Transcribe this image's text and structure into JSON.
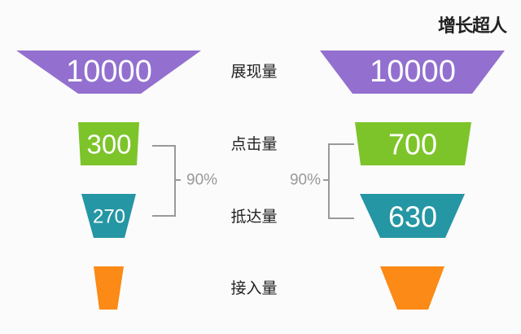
{
  "logo": "增长超人",
  "stages": [
    "展现量",
    "点击量",
    "抵达量",
    "接入量"
  ],
  "left_funnel": {
    "values": [
      "10000",
      "300",
      "270",
      ""
    ],
    "conversion": "90%"
  },
  "right_funnel": {
    "values": [
      "10000",
      "700",
      "630",
      ""
    ],
    "conversion": "90%"
  },
  "colors": {
    "purple": "#9370cf",
    "green": "#7dc42a",
    "teal": "#2596a3",
    "orange": "#fb8a16",
    "bracket": "#999999"
  }
}
